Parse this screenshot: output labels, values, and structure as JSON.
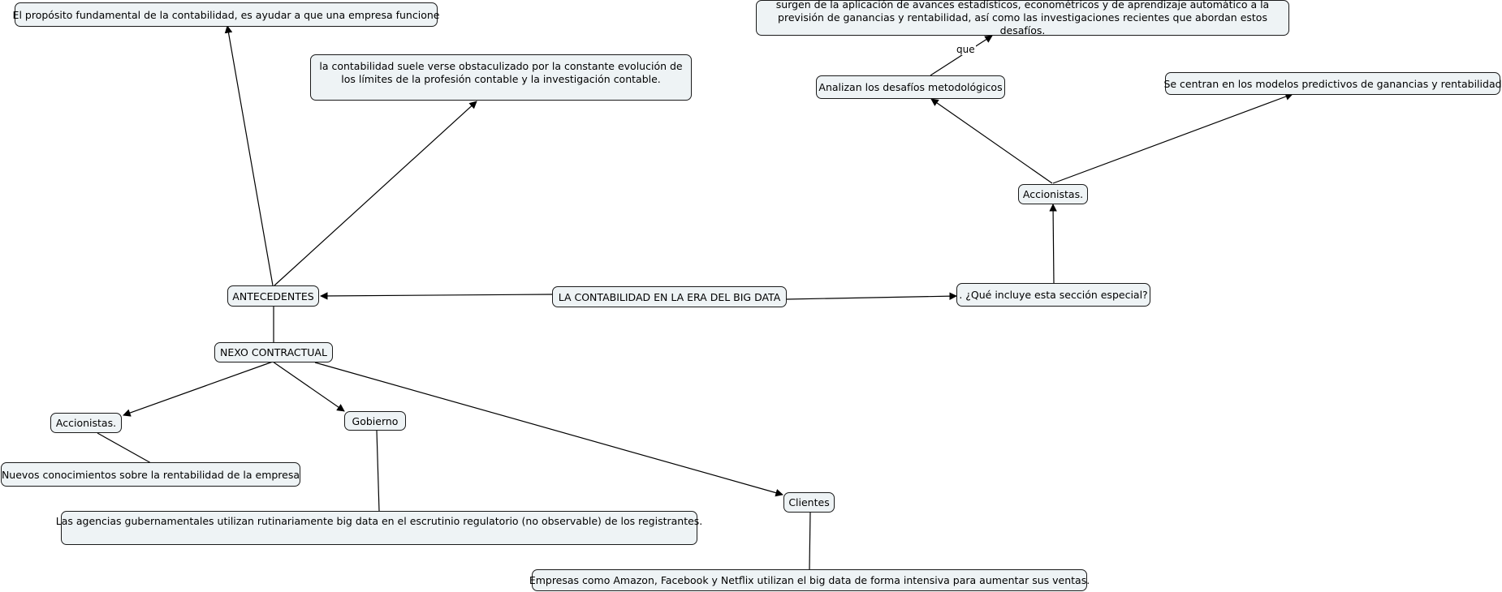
{
  "map": {
    "center": "LA CONTABILIDAD EN LA ERA DEL BIG DATA",
    "antecedentes": "ANTECEDENTES",
    "proposito": "El propósito fundamental de la contabilidad, es ayudar a que una empresa funcione",
    "obstaculizado": "la contabilidad suele verse obstaculizado por la constante evolución de los límites de la profesión contable y la investigación contable.",
    "nexo": "NEXO CONTRACTUAL",
    "accionistas_left": "Accionistas.",
    "conocimientos": "Nuevos conocimientos sobre la rentabilidad de la empresa",
    "gobierno": "Gobierno",
    "agencias": "Las agencias gubernamentales utilizan rutinariamente big data en el escrutinio regulatorio (no observable) de los registrantes.",
    "clientes": "Clientes",
    "empresas": "Empresas como Amazon, Facebook y Netflix utilizan el big data de forma intensiva para aumentar sus ventas.",
    "seccion": ". ¿Qué incluye esta sección especial?",
    "accionistas_right": "Accionistas.",
    "desafios": "Analizan los desafíos metodológicos",
    "surgen": "surgen de la aplicación de avances estadísticos, econométricos y de aprendizaje automático a la previsión de ganancias y rentabilidad, así como las investigaciones recientes que abordan estos desafíos.",
    "modelos": "Se centran en los modelos predictivos de ganancias y rentabilidad",
    "link_que": "que"
  },
  "colors": {
    "node_fill": "#eef3f5",
    "node_border": "#1a1a1a",
    "line": "#000000"
  }
}
